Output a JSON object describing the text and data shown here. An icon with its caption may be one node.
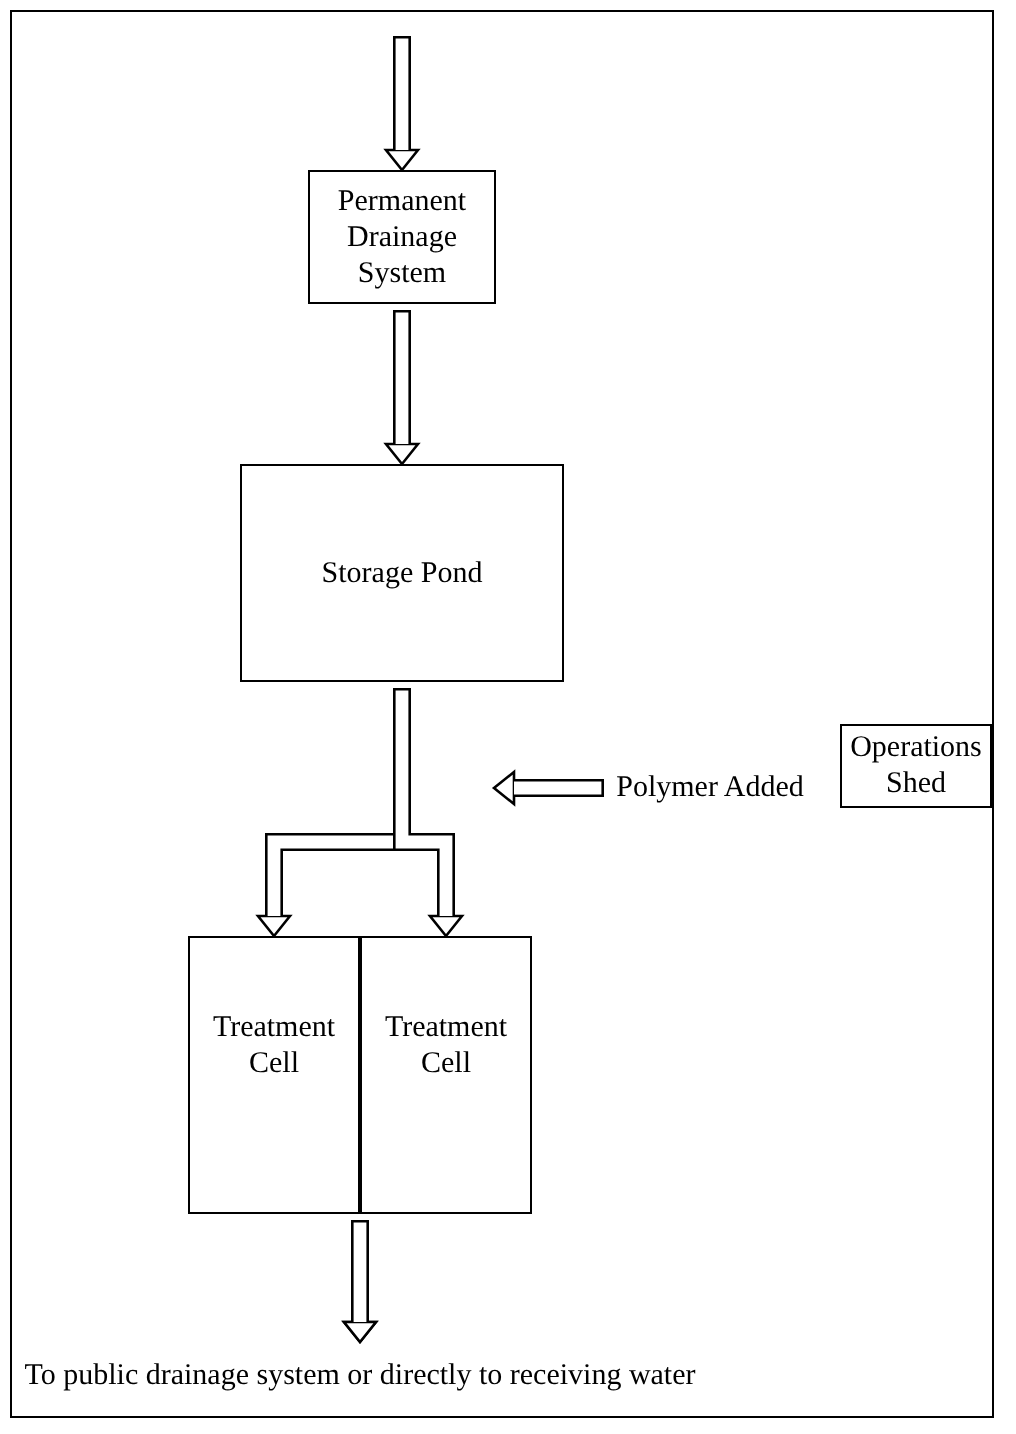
{
  "diagram": {
    "nodes": [
      {
        "text": [
          "Permanent Drainage System"
        ]
      },
      {
        "text": [
          "Storage Pond"
        ]
      },
      {
        "text": [
          "Polymer Added"
        ]
      },
      {
        "text": [
          "Operations Shed"
        ]
      },
      {
        "text": [
          "Treatment Cell"
        ]
      },
      {
        "text": [
          "Treatment Cell"
        ]
      },
      {
        "text": [
          "To public drainage system or directly to receiving water"
        ]
      }
    ],
    "edges": [
      {
        "from": null,
        "to": 0,
        "arrow": "to"
      },
      {
        "from": 0,
        "to": 1,
        "arrow": "to"
      },
      {
        "from": 1,
        "to": 4,
        "arrow": "to"
      },
      {
        "from": 1,
        "to": 5,
        "arrow": "to"
      },
      {
        "from": 2,
        "to": null,
        "arrow": "to"
      },
      {
        "from": 4,
        "to": 6,
        "arrow": "to"
      },
      {
        "from": 5,
        "to": 6,
        "arrow": "to"
      }
    ]
  }
}
